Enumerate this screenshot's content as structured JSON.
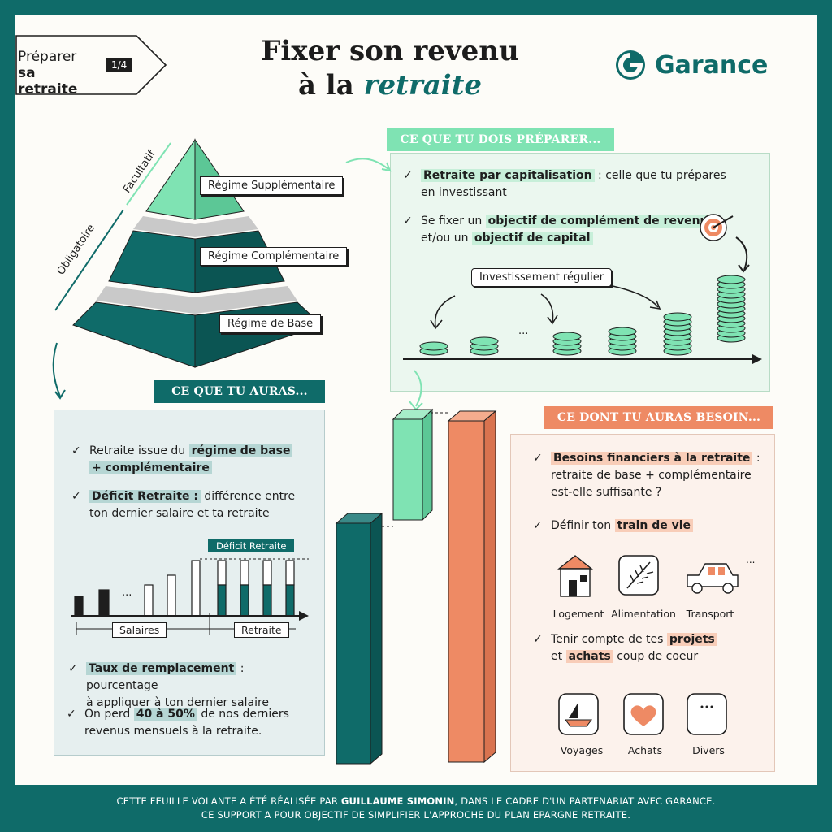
{
  "header": {
    "title_line1": "Fixer son revenu",
    "title_line2_a": "à la ",
    "title_line2_b": "retraite",
    "tag_line1": "Préparer",
    "tag_line2": "sa retraite",
    "tag_page": "1/4",
    "logo_text": "Garance"
  },
  "pyramid": {
    "levels": [
      "Régime Supplémentaire",
      "Régime Complémentaire",
      "Régime de Base"
    ],
    "side_optional": "Facultatif",
    "side_mandatory": "Obligatoire"
  },
  "prepare": {
    "banner": "CE QUE TU DOIS PRÉPARER...",
    "item1_hl": "Retraite par capitalisation",
    "item1_rest": " : celle que tu prépares",
    "item1_line2": "en investissant",
    "item2_a": "Se fixer un ",
    "item2_hl1": "objectif de complément de revenu",
    "item2_b": "et/ou un ",
    "item2_hl2": "objectif de capital",
    "invest_label": "Investissement régulier",
    "dots": "..."
  },
  "auras": {
    "banner": "CE QUE TU AURAS...",
    "item1_a": "Retraite issue du ",
    "item1_hl": "régime de base",
    "item1_hl2": "+ complémentaire",
    "item2_hl": "Déficit Retraite :",
    "item2_rest": " différence entre",
    "item2_line2": "ton dernier salaire et ta retraite",
    "deficit_label": "Déficit Retraite",
    "salaires_label": "Salaires",
    "retraite_label": "Retraite",
    "dots": "...",
    "item3_hl": "Taux de remplacement",
    "item3_rest": " : pourcentage",
    "item3_line2": "à appliquer à ton dernier salaire",
    "item4_a": "On perd ",
    "item4_hl": "40 à 50%",
    "item4_b": " de nos derniers",
    "item4_line2": "revenus mensuels à la retraite."
  },
  "besoin": {
    "banner": "CE DONT TU AURAS BESOIN...",
    "item1_hl": "Besoins financiers à la retraite",
    "item1_rest": " :",
    "item1_line2": "retraite de base + complémentaire",
    "item1_line3": "est-elle suffisante ?",
    "item2_a": "Définir ton ",
    "item2_hl": "train de vie",
    "icons1": [
      "Logement",
      "Alimentation",
      "Transport"
    ],
    "dots": "...",
    "item3_a": "Tenir compte de tes ",
    "item3_hl1": "projets",
    "item3_b": "et ",
    "item3_hl2": "achats",
    "item3_c": " coup de coeur",
    "icons2": [
      "Voyages",
      "Achats",
      "Divers"
    ]
  },
  "footer": {
    "line1_a": "CETTE FEUILLE VOLANTE A ÉTÉ RÉALISÉE PAR ",
    "line1_b": "GUILLAUME SIMONIN",
    "line1_c": ", DANS LE CADRE D'UN PARTENARIAT AVEC GARANCE.",
    "line2": "CE SUPPORT A POUR OBJECTIF DE SIMPLIFIER L'APPROCHE DU PLAN EPARGNE RETRAITE."
  },
  "colors": {
    "teal": "#0f6b69",
    "mint": "#7fe3b3",
    "orange": "#ee8a64"
  }
}
